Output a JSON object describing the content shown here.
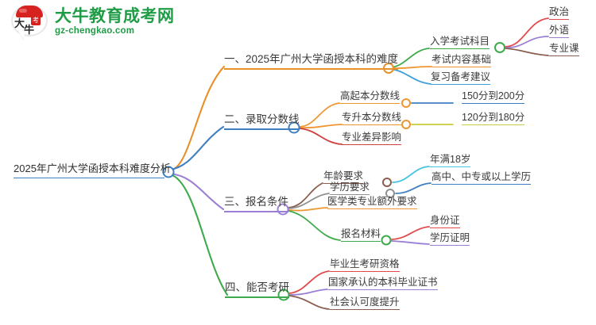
{
  "logo": {
    "name": "大牛教育成考网",
    "domain": "gz-chengkao.com",
    "seal_char_1": "大",
    "seal_char_2": "牛",
    "badge_char": "考",
    "brand_green": "#1f9c46",
    "brand_red": "#d6231f"
  },
  "mindmap": {
    "root": {
      "label": "2025年广州大学函授本科难度分析",
      "color": "#3f7fc1"
    },
    "branches": [
      {
        "label": "一、2025年广州大学函授本科的难度",
        "color": "#e8912b",
        "children": [
          {
            "label": "入学考试科目",
            "color": "#3faa4b",
            "children": [
              {
                "label": "政治",
                "color": "#e1494a"
              },
              {
                "label": "外语",
                "color": "#9b7fd4"
              },
              {
                "label": "专业课",
                "color": "#8b5f50"
              }
            ]
          },
          {
            "label": "考试内容基础",
            "color": "#f0962f",
            "children": []
          },
          {
            "label": "复习备考建议",
            "color": "#3f9fd4",
            "children": []
          }
        ]
      },
      {
        "label": "二、录取分数线",
        "color": "#3f7fc1",
        "children": [
          {
            "label": "高起本分数线",
            "color": "#f0962f",
            "children": [
              {
                "label": "150分到200分",
                "color": "#3f7fc1"
              }
            ]
          },
          {
            "label": "专升本分数线",
            "color": "#f0962f",
            "children": [
              {
                "label": "120分到180分",
                "color": "#c9cc3c"
              }
            ]
          },
          {
            "label": "专业差异影响",
            "color": "#d0403f",
            "children": []
          }
        ]
      },
      {
        "label": "三、报名条件",
        "color": "#9b7fd4",
        "children": [
          {
            "label": "年龄要求",
            "color": "#8b5f50",
            "children": [
              {
                "label": "年满18岁",
                "color": "#45c6e0"
              }
            ]
          },
          {
            "label": "学历要求",
            "color": "#8e9194",
            "children": [
              {
                "label": "高中、中专或以上学历",
                "color": "#3f7fc1"
              }
            ]
          },
          {
            "label": "医学类专业额外要求",
            "color": "#f0962f",
            "children": []
          },
          {
            "label": "报名材料",
            "color": "#3faa4b",
            "children": [
              {
                "label": "身份证",
                "color": "#e1494a"
              },
              {
                "label": "学历证明",
                "color": "#9b7fd4"
              }
            ]
          }
        ]
      },
      {
        "label": "四、能否考研",
        "color": "#3faa4b",
        "children": [
          {
            "label": "毕业生考研资格",
            "color": "#e1494a"
          },
          {
            "label": "国家承认的本科毕业证书",
            "color": "#9b7fd4"
          },
          {
            "label": "社会认可度提升",
            "color": "#8b5f50"
          }
        ]
      }
    ]
  }
}
